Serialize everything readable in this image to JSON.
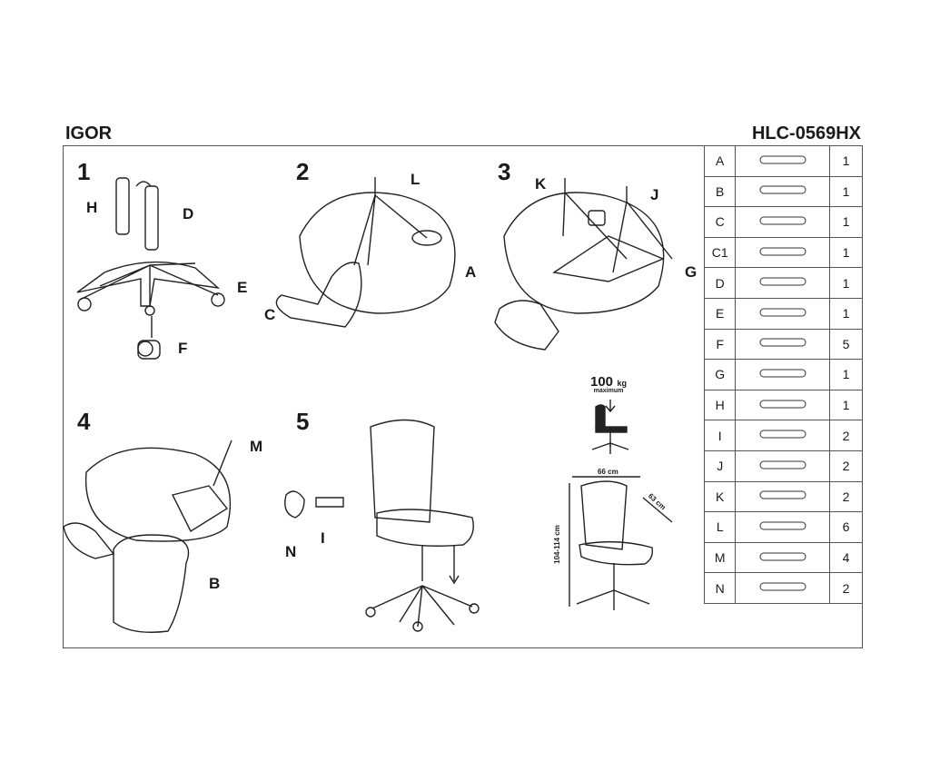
{
  "header": {
    "model_name": "IGOR",
    "model_code": "HLC-0569HX"
  },
  "steps": [
    "1",
    "2",
    "3",
    "4",
    "5"
  ],
  "callouts": {
    "step1": [
      "H",
      "D",
      "E",
      "F"
    ],
    "step2": [
      "L",
      "A",
      "C"
    ],
    "step3": [
      "K",
      "J",
      "G"
    ],
    "step4": [
      "M",
      "B"
    ],
    "step5": [
      "N",
      "I"
    ]
  },
  "capacity": {
    "value": "100",
    "unit": "kg",
    "note": "maximum"
  },
  "dimensions": {
    "width": "66 cm",
    "depth": "63 cm",
    "height": "104-114 cm"
  },
  "parts": [
    {
      "code": "A",
      "qty": "1",
      "icon": "seat-icon"
    },
    {
      "code": "B",
      "qty": "1",
      "icon": "backrest-icon"
    },
    {
      "code": "C",
      "qty": "1",
      "icon": "armrest-icon"
    },
    {
      "code": "C1",
      "qty": "1",
      "icon": "armrest-icon"
    },
    {
      "code": "D",
      "qty": "1",
      "icon": "gas-lift-icon"
    },
    {
      "code": "E",
      "qty": "1",
      "icon": "base-icon"
    },
    {
      "code": "F",
      "qty": "5",
      "icon": "caster-icon"
    },
    {
      "code": "G",
      "qty": "1",
      "icon": "mechanism-icon"
    },
    {
      "code": "H",
      "qty": "1",
      "icon": "cover-icon"
    },
    {
      "code": "I",
      "qty": "2",
      "icon": "bolt-icon"
    },
    {
      "code": "J",
      "qty": "2",
      "icon": "bolt-icon"
    },
    {
      "code": "K",
      "qty": "2",
      "icon": "bolt-icon"
    },
    {
      "code": "L",
      "qty": "6",
      "icon": "bolt-icon"
    },
    {
      "code": "M",
      "qty": "4",
      "icon": "bolt-icon"
    },
    {
      "code": "N",
      "qty": "2",
      "icon": "cap-icon"
    }
  ]
}
